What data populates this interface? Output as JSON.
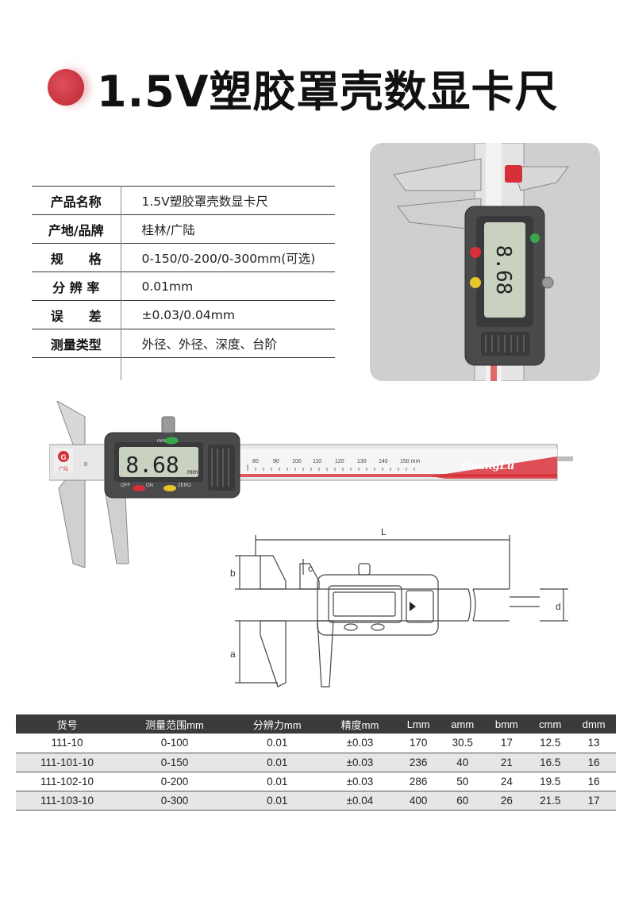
{
  "title": "1.5V塑胶罩壳数显卡尺",
  "specs": [
    {
      "label": "产品名称",
      "value": "1.5V塑胶罩壳数显卡尺"
    },
    {
      "label": "产地/品牌",
      "value": "桂林/广陆"
    },
    {
      "label": "规　　格",
      "value": "0-150/0-200/0-300mm(可选)"
    },
    {
      "label": "分 辨 率",
      "value": "0.01mm"
    },
    {
      "label": "误　　差",
      "value": "±0.03/0.04mm"
    },
    {
      "label": "测量类型",
      "value": "外径、外径、深度、台阶"
    }
  ],
  "product": {
    "display": "8.68",
    "display_unit": "mm",
    "btn_off": "OFF",
    "btn_on": "ON",
    "btn_zero": "ZERO",
    "btn_mm": "mm",
    "brand_logo": "GuangLu",
    "brand_cn": "广陆",
    "scale_ticks": [
      "0",
      "80",
      "90",
      "100",
      "110",
      "120",
      "130",
      "140",
      "150 mm"
    ],
    "zero_tick": "0"
  },
  "drawing": {
    "label_L": "L",
    "label_a": "a",
    "label_b": "b",
    "label_c": "c",
    "label_d": "d"
  },
  "table": {
    "headers": [
      "货号",
      "测量范围mm",
      "分辨力mm",
      "精度mm",
      "Lmm",
      "amm",
      "bmm",
      "cmm",
      "dmm"
    ],
    "rows": [
      [
        "111-10",
        "0-100",
        "0.01",
        "±0.03",
        "170",
        "30.5",
        "17",
        "12.5",
        "13"
      ],
      [
        "111-101-10",
        "0-150",
        "0.01",
        "±0.03",
        "236",
        "40",
        "21",
        "16.5",
        "16"
      ],
      [
        "111-102-10",
        "0-200",
        "0.01",
        "±0.03",
        "286",
        "50",
        "24",
        "19.5",
        "16"
      ],
      [
        "111-103-10",
        "0-300",
        "0.01",
        "±0.04",
        "400",
        "60",
        "26",
        "21.5",
        "17"
      ]
    ]
  },
  "colors": {
    "accent_red": "#c7323f",
    "button_red": "#d8303a",
    "button_yellow": "#e8c52a",
    "button_green": "#3aa64a",
    "lcd": "#c9d2c0",
    "body_dark": "#4a4a4c",
    "header_dark": "#3a3a3c"
  }
}
